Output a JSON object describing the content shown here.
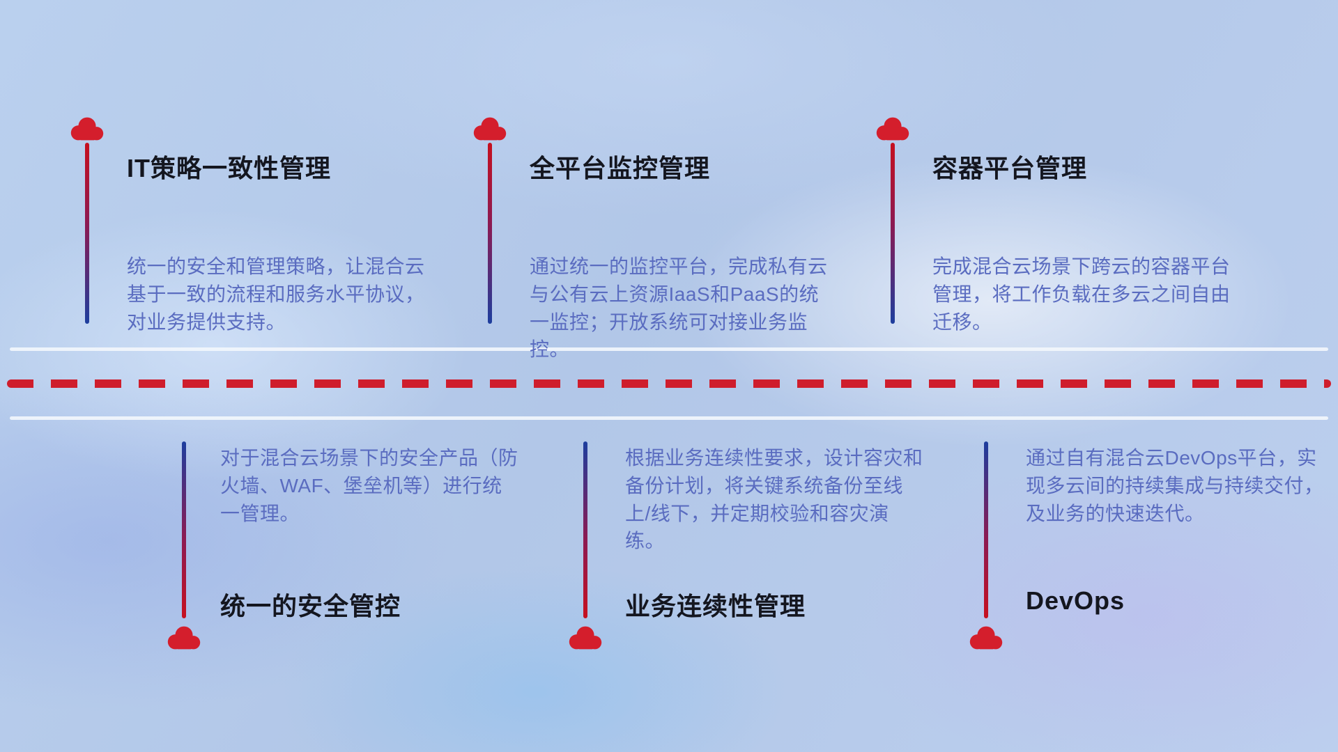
{
  "items_top": [
    {
      "title": "IT策略一致性管理",
      "description": "统一的安全和管理策略，让混合云基于一致的流程和服务水平协议，对业务提供支持。"
    },
    {
      "title": "全平台监控管理",
      "description": "通过统一的监控平台，完成私有云与公有云上资源IaaS和PaaS的统一监控；开放系统可对接业务监控。"
    },
    {
      "title": "容器平台管理",
      "description": "完成混合云场景下跨云的容器平台管理，将工作负载在多云之间自由迁移。"
    }
  ],
  "items_bottom": [
    {
      "title": "统一的安全管控",
      "description": "对于混合云场景下的安全产品（防火墙、WAF、堡垒机等）进行统一管理。"
    },
    {
      "title": "业务连续性管理",
      "description": "根据业务连续性要求，设计容灾和备份计划，将关键系统备份至线上/线下，并定期校验和容灾演练。"
    },
    {
      "title": "DevOps",
      "description": "通过自有混合云DevOps平台，实现多云间的持续集成与持续交付，及业务的快速迭代。"
    }
  ],
  "icons": {
    "cloud": "cloud-icon"
  },
  "colors": {
    "accent_red": "#cf1d2c",
    "line_blue": "#1d3e9e",
    "line_gradient_mid": "#8c1a52",
    "title_text": "#14161f",
    "description_text": "#5a6cc0",
    "background_base": "#b6cbea",
    "road_line": "#f2f6fc"
  }
}
